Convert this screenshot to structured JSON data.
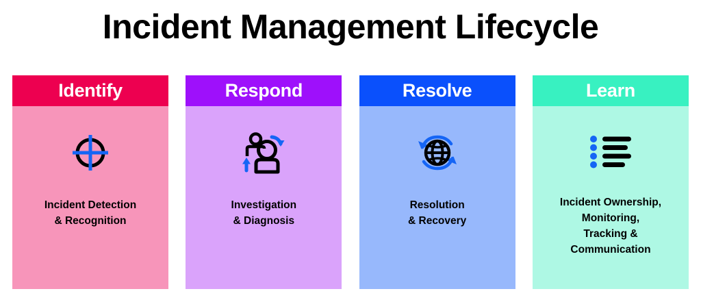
{
  "page": {
    "title": "Incident Management Lifecycle",
    "background": "#ffffff",
    "title_color": "#000000"
  },
  "cards": [
    {
      "id": "identify",
      "header_label": "Identify",
      "caption": "Incident Detection\n& Recognition",
      "header_color": "#ED0050",
      "body_color": "#F795BA",
      "header_text_color": "#ffffff",
      "caption_color": "#000000",
      "icon_name": "crosshair-target-icon",
      "icon_primary_color": "#000000",
      "icon_accent_color": "#1565F5"
    },
    {
      "id": "respond",
      "header_label": "Respond",
      "caption": "Investigation\n& Diagnosis",
      "header_color": "#9E10FB",
      "body_color": "#DAA3FB",
      "header_text_color": "#ffffff",
      "caption_color": "#000000",
      "icon_name": "people-handoff-icon",
      "icon_primary_color": "#000000",
      "icon_accent_color": "#1565F5"
    },
    {
      "id": "resolve",
      "header_label": "Resolve",
      "caption": "Resolution\n& Recovery",
      "header_color": "#0A50FC",
      "body_color": "#97B8FC",
      "header_text_color": "#ffffff",
      "caption_color": "#000000",
      "icon_name": "globe-refresh-icon",
      "icon_primary_color": "#000000",
      "icon_accent_color": "#1565F5"
    },
    {
      "id": "learn",
      "header_label": "Learn",
      "caption": "Incident Ownership,\nMonitoring,\nTracking &\nCommunication",
      "header_color": "#38F1C1",
      "body_color": "#AEF8E4",
      "header_text_color": "#ffffff",
      "caption_color": "#000000",
      "icon_name": "bullet-list-icon",
      "icon_primary_color": "#000000",
      "icon_accent_color": "#1565F5"
    }
  ]
}
